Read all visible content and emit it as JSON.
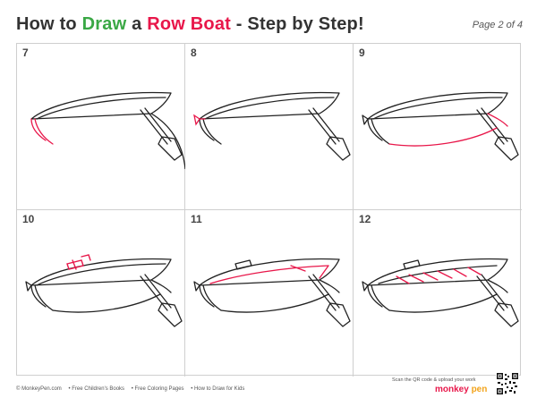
{
  "header": {
    "title_prefix": "How to",
    "title_draw": "Draw",
    "title_a": "a",
    "title_subject": "Row Boat",
    "title_suffix": "- Step by Step!",
    "page": "Page 2 of 4"
  },
  "steps": [
    {
      "number": "7"
    },
    {
      "number": "8"
    },
    {
      "number": "9"
    },
    {
      "number": "10"
    },
    {
      "number": "11"
    },
    {
      "number": "12"
    }
  ],
  "footer": {
    "links": [
      "© MonkeyPen.com",
      "• Free Children's Books",
      "• Free Coloring Pages",
      "• How to Draw for Kids"
    ],
    "scan_text": "Scan the QR code & upload your work",
    "logo_monkey": "monkey",
    "logo_pen": "pen"
  },
  "colors": {
    "green": "#3aa845",
    "red": "#e8174a",
    "outline": "#222222",
    "highlight": "#e8174a"
  }
}
